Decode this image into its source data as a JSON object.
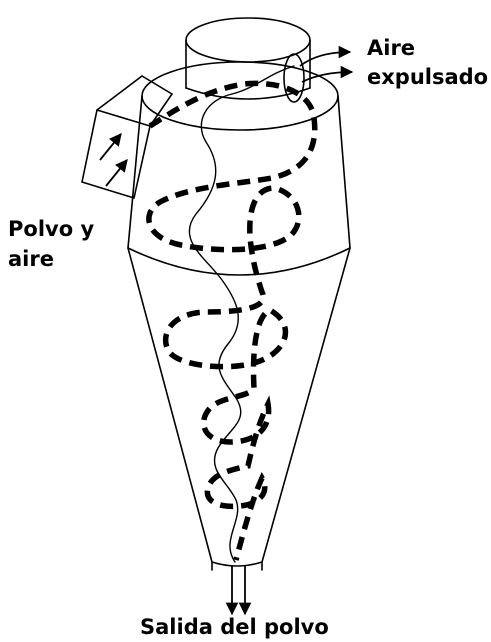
{
  "labels": {
    "outlet_line1": "Aire",
    "outlet_line2": "expulsado",
    "inlet_line1": "Polvo y",
    "inlet_line2": "aire",
    "dust_outlet": "Salida del polvo"
  },
  "icons": {
    "inlet_arrows": "arrow-icon",
    "outlet_arrows": "arrow-icon",
    "dust_arrows": "arrow-down-icon"
  }
}
